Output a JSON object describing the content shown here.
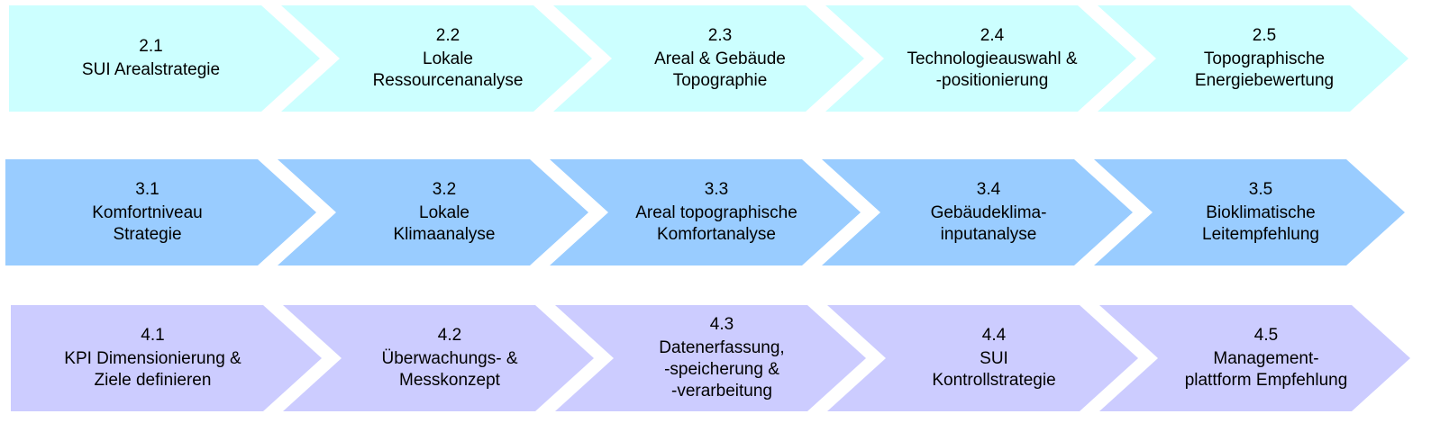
{
  "rows": [
    {
      "color": "#ccffff",
      "steps": [
        {
          "number": "2.1",
          "label": "SUI Arealstrategie"
        },
        {
          "number": "2.2",
          "label": "Lokale\nRessourcenanalyse"
        },
        {
          "number": "2.3",
          "label": "Areal & Gebäude\nTopographie"
        },
        {
          "number": "2.4",
          "label": "Technologieauswahl &\n-positionierung"
        },
        {
          "number": "2.5",
          "label": "Topographische\nEnergiebewertung"
        }
      ]
    },
    {
      "color": "#99ccff",
      "steps": [
        {
          "number": "3.1",
          "label": "Komfortniveau\nStrategie"
        },
        {
          "number": "3.2",
          "label": "Lokale\nKlimaanalyse"
        },
        {
          "number": "3.3",
          "label": "Areal topographische\nKomfortanalyse"
        },
        {
          "number": "3.4",
          "label": "Gebäudeklima-\ninputanalyse"
        },
        {
          "number": "3.5",
          "label": "Bioklimatische\nLeitempfehlung"
        }
      ]
    },
    {
      "color": "#ccccff",
      "steps": [
        {
          "number": "4.1",
          "label": "KPI Dimensionierung &\nZiele definieren"
        },
        {
          "number": "4.2",
          "label": "Überwachungs- &\nMesskonzept"
        },
        {
          "number": "4.3",
          "label": "Datenerfassung,\n-speicherung &\n-verarbeitung"
        },
        {
          "number": "4.4",
          "label": "SUI\nKontrollstrategie"
        },
        {
          "number": "4.5",
          "label": "Management-\nplattform Empfehlung"
        }
      ]
    }
  ]
}
